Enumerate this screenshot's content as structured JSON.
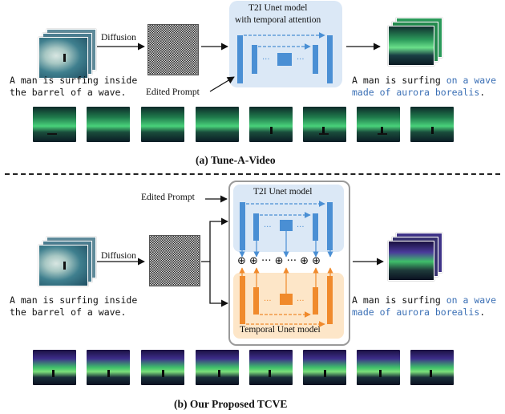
{
  "top": {
    "diffusion_label": "Diffusion",
    "model_title_1": "T2I Unet model",
    "model_title_2": "with temporal attention",
    "edited_prompt": "Edited Prompt",
    "source_prompt_1": "A man is surfing inside",
    "source_prompt_2": "the barrel of a wave.",
    "target_prompt_1_plain": "A man is surfing ",
    "target_prompt_1_blue": "on a wave",
    "target_prompt_2_blue": "made of aurora borealis",
    "target_prompt_2_end": ".",
    "caption": "(a) Tune-A-Video"
  },
  "bottom": {
    "edited_prompt": "Edited Prompt",
    "diffusion_label": "Diffusion",
    "t2i_title": "T2I Unet model",
    "temporal_title": "Temporal Unet model",
    "plus_row": "⊕ ⊕ ··· ⊕ ··· ⊕ ⊕",
    "source_prompt_1": "A man is surfing inside",
    "source_prompt_2": "the barrel of a wave.",
    "target_prompt_1_plain": "A man is surfing ",
    "target_prompt_1_blue": "on a wave",
    "target_prompt_2_blue": "made of aurora borealis",
    "target_prompt_2_end": ".",
    "caption": "(b) Our Proposed TCVE"
  },
  "colors": {
    "t2i_panel": "#dbe8f6",
    "t2i_block": "#4a8fd4",
    "temporal_panel": "#fde6c8",
    "temporal_block": "#f08a2c",
    "prompt_highlight": "#3a6fb5"
  }
}
